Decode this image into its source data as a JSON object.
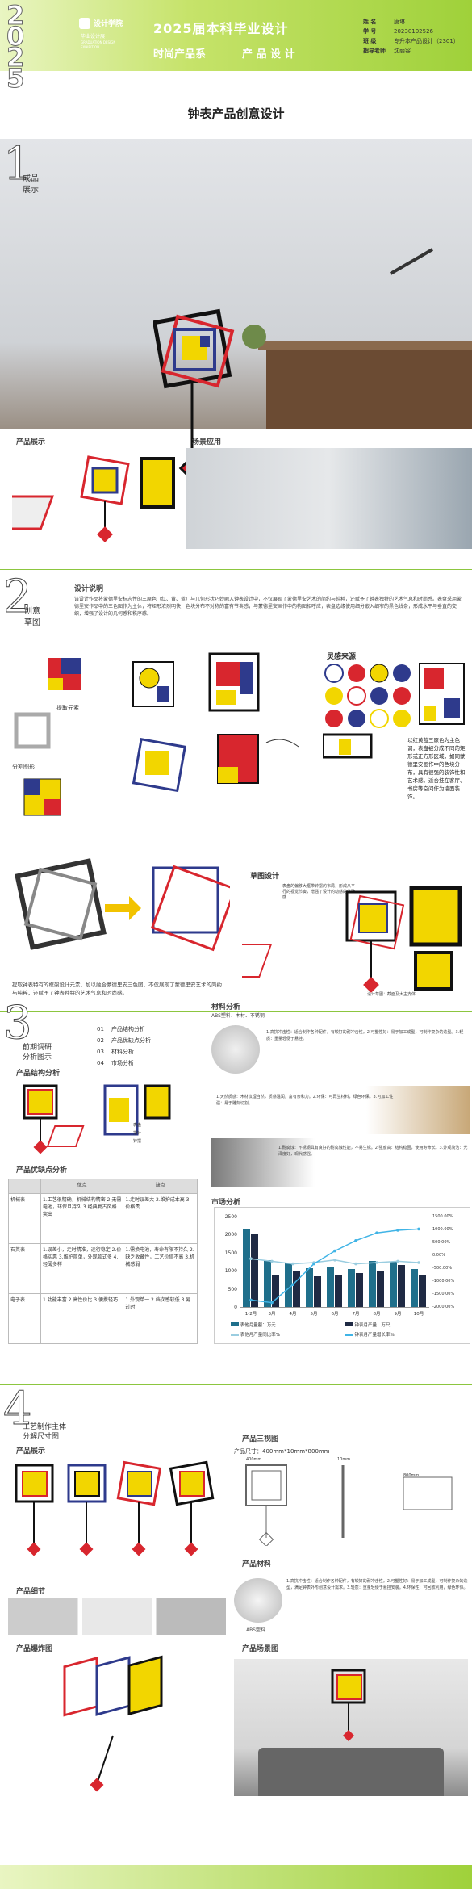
{
  "header": {
    "year_art": "2025",
    "logo_text": "设计学院",
    "logo_sub": "毕业设计展",
    "logo_en": "GRADUATION DESIGN EXHIBITION",
    "title": "2025届本科毕业设计",
    "subtitle": "时尚产品系",
    "subtitle2": "产 品 设 计",
    "info": [
      {
        "label": "姓 名",
        "value": "唐琳"
      },
      {
        "label": "学 号",
        "value": "20230102526"
      },
      {
        "label": "班 级",
        "value": "专升本产品设计（2301）"
      },
      {
        "label": "指导老师",
        "value": "沈丽容"
      }
    ]
  },
  "page_title": "钟表产品创意设计",
  "s1": {
    "num": "1",
    "label1": "成品",
    "label2": "展示",
    "h_product": "产品展示",
    "h_scene": "场景应用"
  },
  "s2": {
    "num": "2",
    "label1": "创意",
    "label2": "草图",
    "h_design": "设计说明",
    "design_text": "该设计作品将蒙德里安标志性的三原色（红、黄、蓝）与几何形状巧妙融入钟表设计中，不仅展现了蒙德里安艺术的简约与纯粹，还赋予了钟表独特的艺术气息和时尚感。表盘采用蒙德里安作品中的三色图作为主体，将矩形浓烈明快，色块分布不对称的富有节奏感，与蒙德里安画作中的构图相呼应，表盘边缘使用细分嵌入细窄的黑色线条，形成水平与垂直的交织，增强了设计的几何感和秩序感。",
    "tag_extract": "提取元素",
    "tag_split": "分割图形",
    "h_source": "灵感来源",
    "source_text": "以红黄蓝三原色为主色调，表盘被分成不同的矩形或正方形区域，如同蒙德里安画作中的色块分布，具有很强的装饰性和艺术感。适合挂在客厅、书房等空间作为墙面装饰。",
    "h_sketch": "草图设计",
    "sketch_note": "表盘的偏移大框带钟摆的布局，形成从平行的视觉节奏，增强了设计的动感的体验感",
    "sketch_note2": "设计草图：截面及大主支体",
    "bottom_text": "提取钟表特有的框架设计元素，加以融合蒙德里安三色图，不仅展现了蒙德里安艺术的简约与纯粹，还赋予了钟表独特的艺术气息和时尚感。"
  },
  "s3": {
    "num": "3",
    "label1": "前期调研",
    "label2": "分析图示",
    "index": [
      {
        "n": "01",
        "t": "产品结构分析"
      },
      {
        "n": "02",
        "t": "产品优缺点分析"
      },
      {
        "n": "03",
        "t": "材料分析"
      },
      {
        "n": "04",
        "t": "市场分析"
      }
    ],
    "h_struct": "产品结构分析",
    "struct_labels": [
      "表盘",
      "指针",
      "钟摆"
    ],
    "h_pros": "产品优缺点分析",
    "table_head": [
      "",
      "优点",
      "缺点"
    ],
    "table_rows": [
      {
        "name": "机械表",
        "pro": "1.工艺很精确，机械结构精密 2.无需电池，环保且持久 3.经典复古风格突出",
        "con": "1.走时误差大 2.维护成本高 3.价格贵"
      },
      {
        "name": "石英表",
        "pro": "1.误差小，走时精准，运行稳定 2.价格实惠 3.维护简单，外观款式多 4.轻薄多样",
        "con": "1.需换电池，寿命有限不持久 2.缺乏收藏性，工艺价值不高 3.机械感弱"
      },
      {
        "name": "电子表",
        "pro": "1.功能丰富 2.高性价比 3.便携轻巧",
        "con": "1.外观单一 2.档次感较低 3.易过时"
      }
    ],
    "h_material": "材料分析",
    "material_caption": "ABS塑料、木材、不锈钢",
    "materials": [
      "1.高抗冲击性：适合制作各种配件，有较好的耐冲击性。2.可塑性好：易于加工成型，可制作复杂的造型。3.轻质：重量轻便于悬挂。",
      "1.天然质感：木材纹理自然，质感温润，富有亲和力。2.环保：可再生材料，绿色环保。3.可加工性强：易于雕刻切割。",
      "1.耐腐蚀：不锈钢具有良好的耐腐蚀性能，不易生锈。2.强度高：结构稳固，使用寿命长。3.外观简洁：光泽度好，现代感强。"
    ],
    "h_market": "市场分析",
    "legend": [
      "表他月量额：万元",
      "钟表月产量：万只",
      "表他月产量同比率%",
      "钟表月产量增长率%"
    ]
  },
  "s4": {
    "num": "4",
    "label1": "工艺制作主体",
    "label2": "分解尺寸图",
    "h_show": "产品展示",
    "h_view": "产品三视图",
    "size": "产品尺寸：400mm*10mm*800mm",
    "dim": [
      "400mm",
      "10mm",
      "800mm"
    ],
    "h_detail": "产品细节",
    "h_explode": "产品爆炸图",
    "h_material": "产品材料",
    "material_caption": "ABS塑料",
    "material_text": "1.高抗冲击性：适合制作各种配件，有较好的耐冲击性。2.可塑性好：易于加工成型，可制作复杂的造型，满足钟表外形创意设计需求。3.轻质：重量轻便于悬挂安装。4.环保性：可回收利用，绿色环保。",
    "h_scene": "产品场景图"
  },
  "colors": {
    "accent": "#8cc63f",
    "red": "#d8262e",
    "yellow": "#f2d600",
    "blue": "#2e3a8c",
    "dark": "#1f2a44"
  },
  "chart_data": {
    "type": "bar",
    "title": "",
    "categories": [
      "1-2月",
      "3月",
      "4月",
      "5月",
      "6月",
      "7月",
      "8月",
      "9月",
      "10月"
    ],
    "ylim": [
      0,
      2500
    ],
    "y2lim": [
      -2000,
      1500
    ],
    "series": [
      {
        "name": "表他月量额：万元",
        "values": [
          2150,
          1300,
          1200,
          1080,
          1120,
          1060,
          1280,
          1250,
          1050
        ]
      },
      {
        "name": "钟表月产量：万只",
        "values": [
          2000,
          900,
          980,
          850,
          900,
          940,
          1000,
          1150,
          880
        ]
      },
      {
        "name": "表他月产量同比率%",
        "values": [
          -100,
          -200,
          -300,
          -250,
          -150,
          -300,
          -250,
          -200,
          -250
        ]
      },
      {
        "name": "钟表月产量增长率%",
        "values": [
          -1700,
          -1800,
          -1100,
          -300,
          200,
          600,
          900,
          1000,
          1050
        ]
      }
    ],
    "y_ticks": [
      "2500",
      "2000",
      "1500",
      "1000",
      "500",
      "0"
    ],
    "y2_ticks": [
      "1500.00%",
      "1000.00%",
      "500.00%",
      "0.00%",
      "-500.00%",
      "-1000.00%",
      "-1500.00%",
      "-2000.00%"
    ]
  }
}
